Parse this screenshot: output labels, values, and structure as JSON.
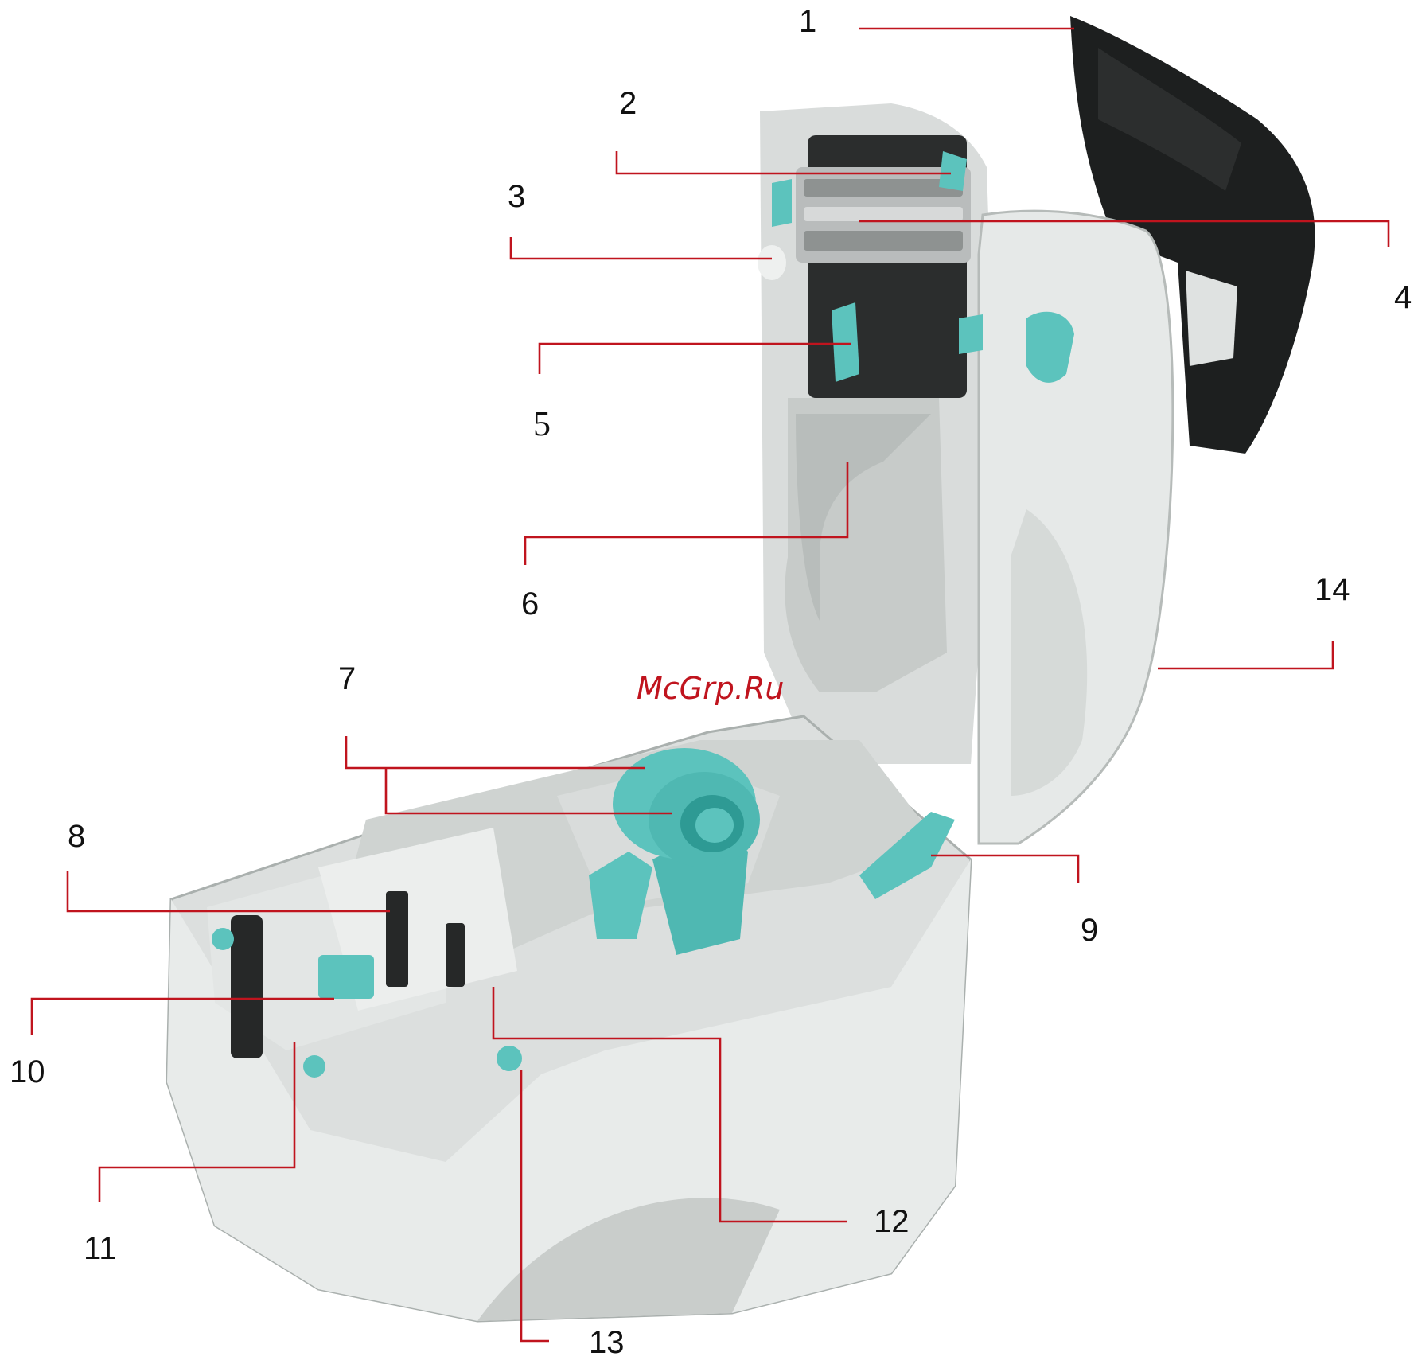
{
  "watermark": "McGrp.Ru",
  "colors": {
    "callout_line": "#c0141e",
    "body_light": "#e8eae9",
    "body_mid": "#d2d6d4",
    "body_shadow": "#aeb3b1",
    "cover_dark": "#1d1f1f",
    "accent_teal": "#5cc3bd",
    "accent_teal_dark": "#2e9a94",
    "mechanism_dark": "#2b2d2d",
    "metal": "#b9bcbc"
  },
  "callouts": [
    {
      "id": "1",
      "label": "1"
    },
    {
      "id": "2",
      "label": "2"
    },
    {
      "id": "3",
      "label": "3"
    },
    {
      "id": "4",
      "label": "4"
    },
    {
      "id": "5",
      "label": "5"
    },
    {
      "id": "6",
      "label": "6"
    },
    {
      "id": "7",
      "label": "7"
    },
    {
      "id": "8",
      "label": "8"
    },
    {
      "id": "9",
      "label": "9"
    },
    {
      "id": "10",
      "label": "10"
    },
    {
      "id": "11",
      "label": "11"
    },
    {
      "id": "12",
      "label": "12"
    },
    {
      "id": "13",
      "label": "13"
    },
    {
      "id": "14",
      "label": "14"
    }
  ]
}
